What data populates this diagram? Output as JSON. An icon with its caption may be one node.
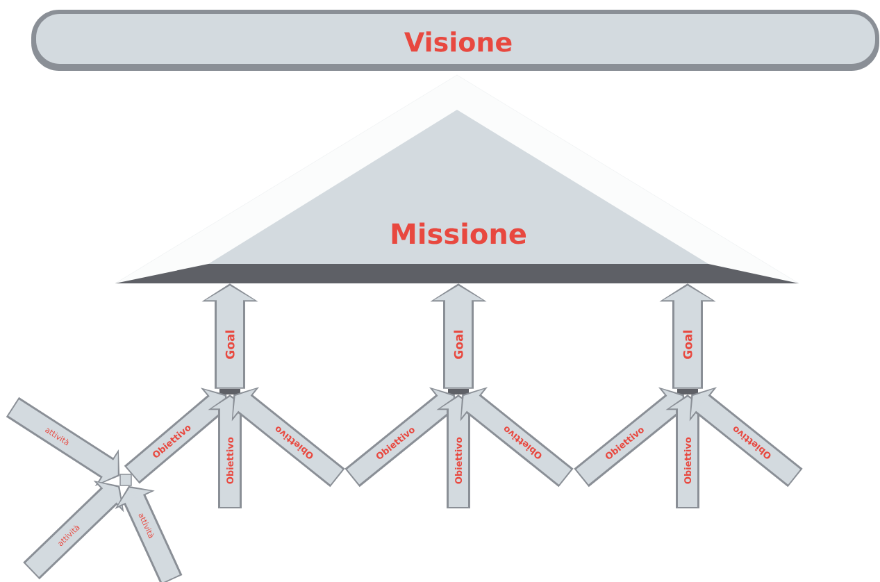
{
  "diagram": {
    "nodes": [
      {
        "text": [
          "Visione"
        ]
      },
      {
        "text": [
          "Missione"
        ]
      },
      {
        "text": [],
        "shape": "bar"
      },
      {
        "text": [],
        "shape": "bar"
      },
      {
        "text": [],
        "shape": "bar"
      },
      {
        "text": [],
        "shape": "box"
      }
    ],
    "edges": [
      {
        "from": 2,
        "to": 1,
        "arrow": "to",
        "label": "Goal"
      },
      {
        "from": 3,
        "to": 1,
        "arrow": "to",
        "label": "Goal"
      },
      {
        "from": 4,
        "to": 1,
        "arrow": "to",
        "label": "Goal"
      },
      {
        "from": 5,
        "to": 2,
        "arrow": "to",
        "label": "Obiettivo"
      },
      {
        "from": null,
        "to": 2,
        "arrow": "to",
        "label": "Obiettivo"
      },
      {
        "from": null,
        "to": 2,
        "arrow": "to",
        "label": "Obiettivo"
      },
      {
        "from": null,
        "to": 3,
        "arrow": "to",
        "label": "Obiettivo"
      },
      {
        "from": null,
        "to": 3,
        "arrow": "to",
        "label": "Obiettivo"
      },
      {
        "from": null,
        "to": 3,
        "arrow": "to",
        "label": "Obiettivo"
      },
      {
        "from": null,
        "to": 4,
        "arrow": "to",
        "label": "Obiettivo"
      },
      {
        "from": null,
        "to": 4,
        "arrow": "to",
        "label": "Obiettivo"
      },
      {
        "from": null,
        "to": 4,
        "arrow": "to",
        "label": "Obiettivo"
      },
      {
        "from": null,
        "to": 5,
        "arrow": "to",
        "label": "attività"
      },
      {
        "from": null,
        "to": 5,
        "arrow": "to",
        "label": "attività"
      },
      {
        "from": null,
        "to": 5,
        "arrow": "to",
        "label": "attività"
      }
    ]
  }
}
